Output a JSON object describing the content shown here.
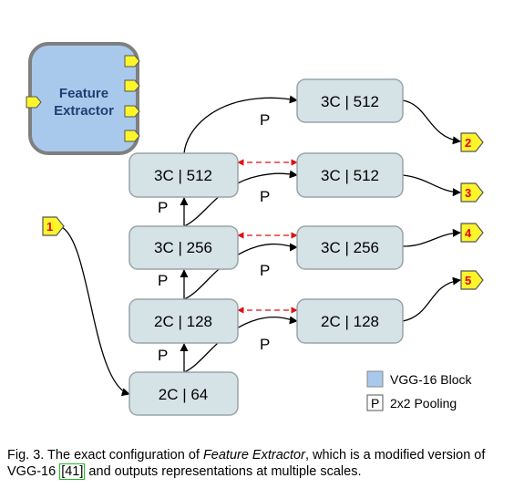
{
  "extractor": {
    "title_line1": "Feature",
    "title_line2": "Extractor"
  },
  "blocks": {
    "b1": "2C | 64",
    "b2": "2C | 128",
    "b3": "3C | 256",
    "b4": "3C | 512",
    "r2": "2C | 128",
    "r3": "3C | 256",
    "r4": "3C | 512",
    "r5": "3C | 512"
  },
  "pool_label": "P",
  "ports": {
    "p1": "1",
    "p2": "2",
    "p3": "3",
    "p4": "4",
    "p5": "5"
  },
  "legend": {
    "vgg_label": "VGG-16 Block",
    "pool_symbol": "P",
    "pool_label": "2x2 Pooling"
  },
  "caption": {
    "part1": "Fig. 3. The exact configuration of ",
    "part2": "Feature Extractor",
    "part3": ", which is a modified version of VGG-16 ",
    "ref": "[41]",
    "part4": " and outputs representations at multiple scales."
  },
  "colors": {
    "block_fill": "#d5e2e6",
    "block_stroke": "#9aa4a8",
    "extractor_fill": "#a9c9ec",
    "extractor_stroke": "#7f7f7f",
    "port_fill": "#fbf52a",
    "port_text": "#e8000b",
    "dashed_arrow": "#e01010"
  }
}
